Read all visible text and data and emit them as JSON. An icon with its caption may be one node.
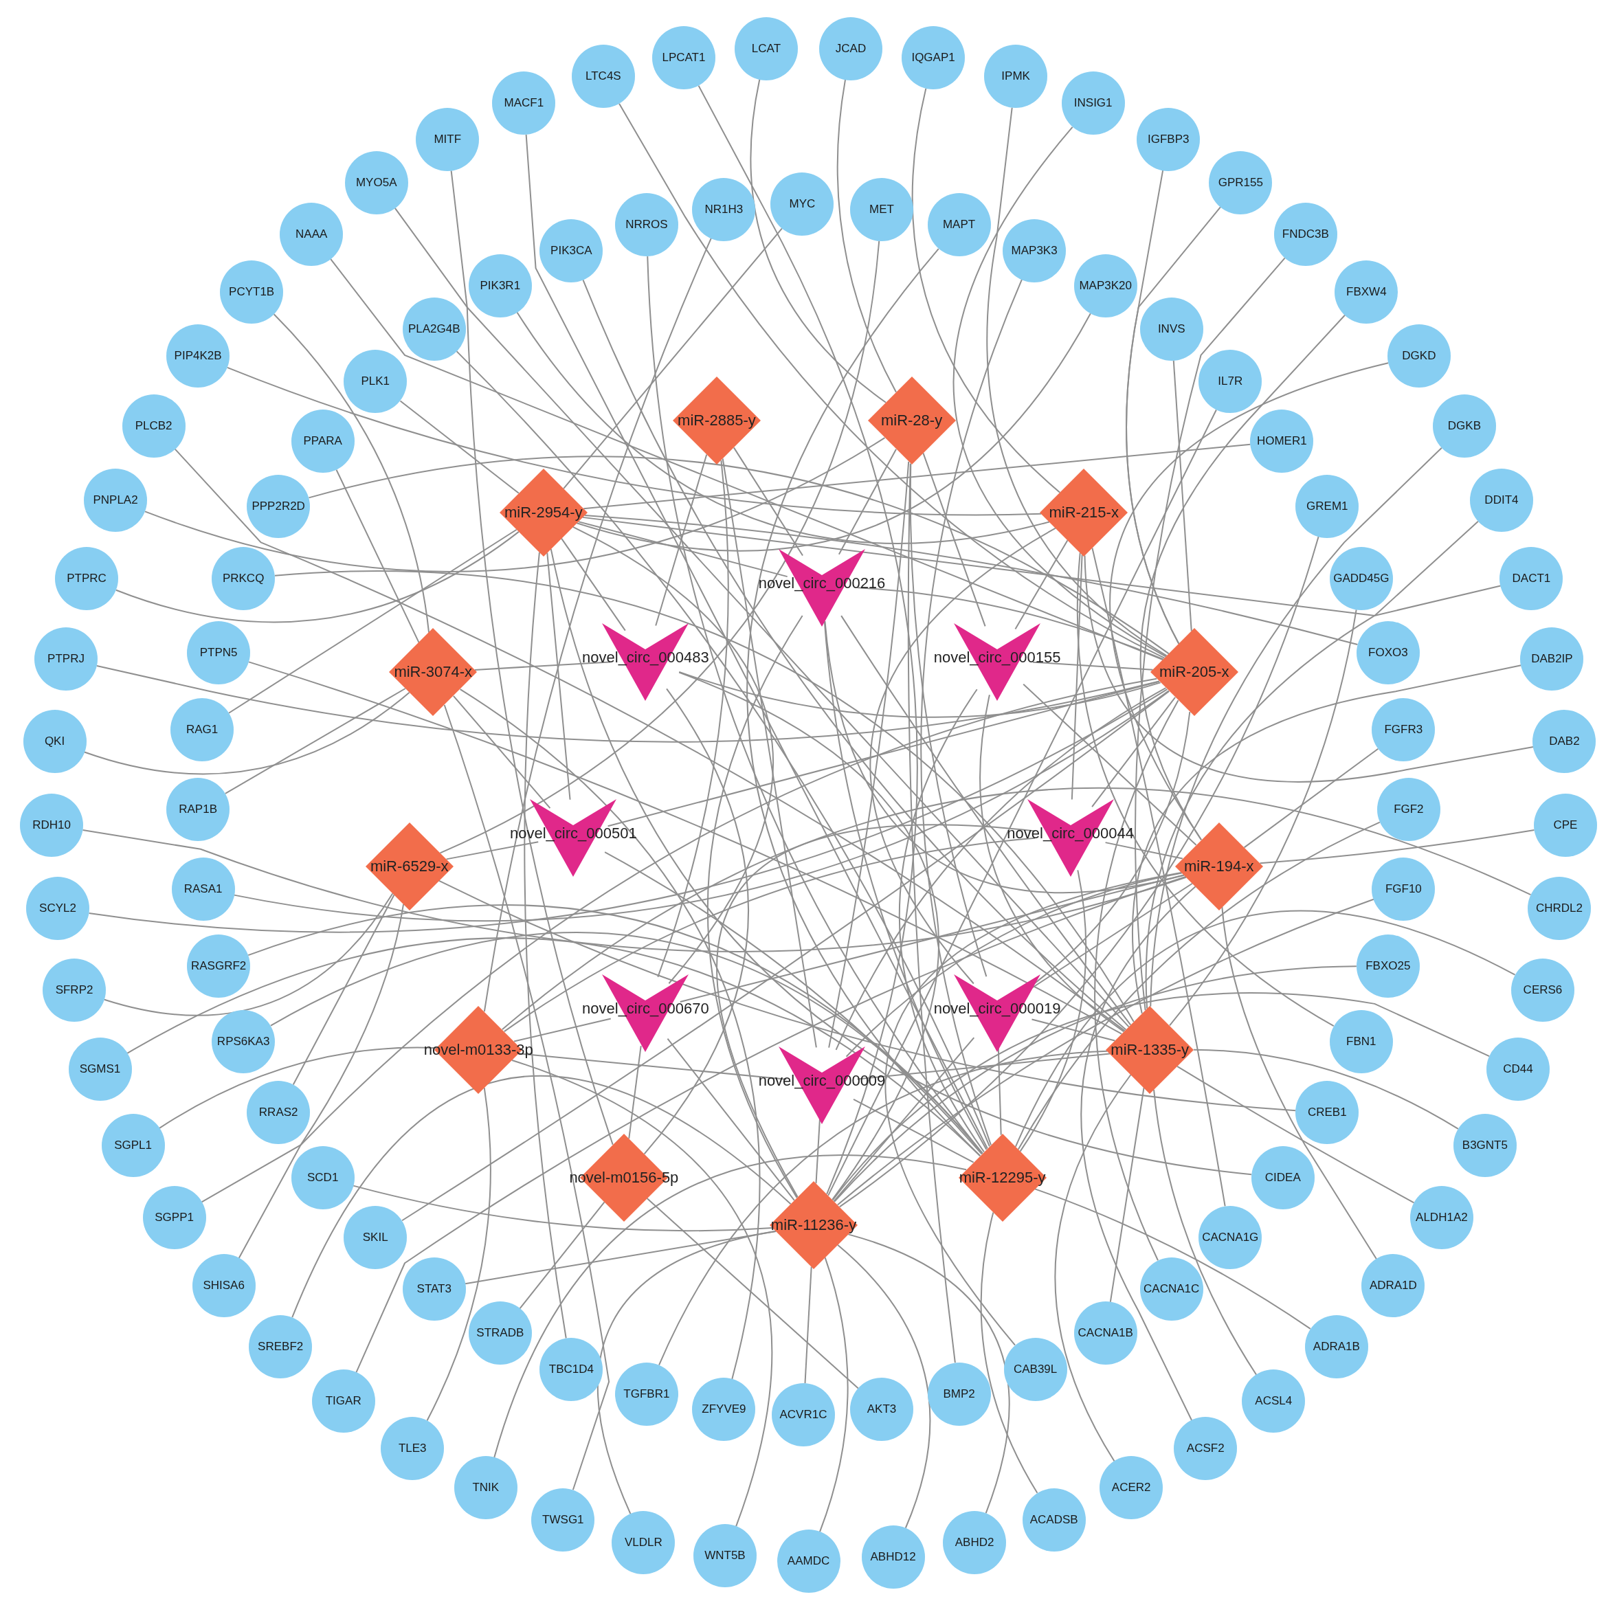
{
  "diagram": {
    "nodes": [
      {
        "text": [
          "LCAT"
        ]
      },
      {
        "text": [
          "JCAD"
        ]
      },
      {
        "text": [
          "IQGAP1"
        ]
      },
      {
        "text": [
          "IPMK"
        ]
      },
      {
        "text": [
          "INSIG1"
        ]
      },
      {
        "text": [
          "IGFBP3"
        ]
      },
      {
        "text": [
          "GPR155"
        ]
      },
      {
        "text": [
          "FNDC3B"
        ]
      },
      {
        "text": [
          "FBXW4"
        ]
      },
      {
        "text": [
          "DGKD"
        ]
      },
      {
        "text": [
          "DGKB"
        ]
      },
      {
        "text": [
          "DDIT4"
        ]
      },
      {
        "text": [
          "DACT1"
        ]
      },
      {
        "text": [
          "DAB2IP"
        ]
      },
      {
        "text": [
          "DAB2"
        ]
      },
      {
        "text": [
          "CPE"
        ]
      },
      {
        "text": [
          "CHRDL2"
        ]
      },
      {
        "text": [
          "CERS6"
        ]
      },
      {
        "text": [
          "CD44"
        ]
      },
      {
        "text": [
          "B3GNT5"
        ]
      },
      {
        "text": [
          "ALDH1A2"
        ]
      },
      {
        "text": [
          "ADRA1D"
        ]
      },
      {
        "text": [
          "ADRA1B"
        ]
      },
      {
        "text": [
          "ACSL4"
        ]
      },
      {
        "text": [
          "ACSF2"
        ]
      },
      {
        "text": [
          "ACER2"
        ]
      },
      {
        "text": [
          "ACADSB"
        ]
      },
      {
        "text": [
          "ABHD2"
        ]
      },
      {
        "text": [
          "ABHD12"
        ]
      },
      {
        "text": [
          "AAMDC"
        ]
      },
      {
        "text": [
          "WNT5B"
        ]
      },
      {
        "text": [
          "VLDLR"
        ]
      },
      {
        "text": [
          "TWSG1"
        ]
      },
      {
        "text": [
          "TNIK"
        ]
      },
      {
        "text": [
          "TLE3"
        ]
      },
      {
        "text": [
          "TIGAR"
        ]
      },
      {
        "text": [
          "SREBF2"
        ]
      },
      {
        "text": [
          "SHISA6"
        ]
      },
      {
        "text": [
          "SGPP1"
        ]
      },
      {
        "text": [
          "SGPL1"
        ]
      },
      {
        "text": [
          "SGMS1"
        ]
      },
      {
        "text": [
          "SFRP2"
        ]
      },
      {
        "text": [
          "SCYL2"
        ]
      },
      {
        "text": [
          "RDH10"
        ]
      },
      {
        "text": [
          "QKI"
        ]
      },
      {
        "text": [
          "PTPRJ"
        ]
      },
      {
        "text": [
          "PTPRC"
        ]
      },
      {
        "text": [
          "PNPLA2"
        ]
      },
      {
        "text": [
          "PLCB2"
        ]
      },
      {
        "text": [
          "PIP4K2B"
        ]
      },
      {
        "text": [
          "PCYT1B"
        ]
      },
      {
        "text": [
          "NAAA"
        ]
      },
      {
        "text": [
          "MYO5A"
        ]
      },
      {
        "text": [
          "MITF"
        ]
      },
      {
        "text": [
          "MACF1"
        ]
      },
      {
        "text": [
          "LTC4S"
        ]
      },
      {
        "text": [
          "LPCAT1"
        ]
      },
      {
        "text": [
          "MYC"
        ]
      },
      {
        "text": [
          "MET"
        ]
      },
      {
        "text": [
          "MAPT"
        ]
      },
      {
        "text": [
          "MAP3K3"
        ]
      },
      {
        "text": [
          "MAP3K20"
        ]
      },
      {
        "text": [
          "INVS"
        ]
      },
      {
        "text": [
          "IL7R"
        ]
      },
      {
        "text": [
          "HOMER1"
        ]
      },
      {
        "text": [
          "GREM1"
        ]
      },
      {
        "text": [
          "GADD45G"
        ]
      },
      {
        "text": [
          "FOXO3"
        ]
      },
      {
        "text": [
          "FGFR3"
        ]
      },
      {
        "text": [
          "FGF2"
        ]
      },
      {
        "text": [
          "FGF10"
        ]
      },
      {
        "text": [
          "FBXO25"
        ]
      },
      {
        "text": [
          "FBN1"
        ]
      },
      {
        "text": [
          "CREB1"
        ]
      },
      {
        "text": [
          "CIDEA"
        ]
      },
      {
        "text": [
          "CACNA1G"
        ]
      },
      {
        "text": [
          "CACNA1C"
        ]
      },
      {
        "text": [
          "CACNA1B"
        ]
      },
      {
        "text": [
          "CAB39L"
        ]
      },
      {
        "text": [
          "BMP2"
        ]
      },
      {
        "text": [
          "AKT3"
        ]
      },
      {
        "text": [
          "ACVR1C"
        ]
      },
      {
        "text": [
          "ZFYVE9"
        ]
      },
      {
        "text": [
          "TGFBR1"
        ]
      },
      {
        "text": [
          "TBC1D4"
        ]
      },
      {
        "text": [
          "STRADB"
        ]
      },
      {
        "text": [
          "STAT3"
        ]
      },
      {
        "text": [
          "SKIL"
        ]
      },
      {
        "text": [
          "SCD1"
        ]
      },
      {
        "text": [
          "RRAS2"
        ]
      },
      {
        "text": [
          "RPS6KA3"
        ]
      },
      {
        "text": [
          "RASGRF2"
        ]
      },
      {
        "text": [
          "RASA1"
        ]
      },
      {
        "text": [
          "RAP1B"
        ]
      },
      {
        "text": [
          "RAG1"
        ]
      },
      {
        "text": [
          "PTPN5"
        ]
      },
      {
        "text": [
          "PRKCQ"
        ]
      },
      {
        "text": [
          "PPP2R2D"
        ]
      },
      {
        "text": [
          "PPARA"
        ]
      },
      {
        "text": [
          "PLK1"
        ]
      },
      {
        "text": [
          "PLA2G4B"
        ]
      },
      {
        "text": [
          "PIK3R1"
        ]
      },
      {
        "text": [
          "PIK3CA"
        ]
      },
      {
        "text": [
          "NRROS"
        ]
      },
      {
        "text": [
          "NR1H3"
        ]
      },
      {
        "text": [
          "miR-2885-y"
        ]
      },
      {
        "text": [
          "miR-28-y"
        ]
      },
      {
        "text": [
          "miR-2954-y"
        ]
      },
      {
        "text": [
          "miR-215-x"
        ]
      },
      {
        "text": [
          "miR-3074-x"
        ]
      },
      {
        "text": [
          "miR-205-x"
        ]
      },
      {
        "text": [
          "miR-6529-x"
        ]
      },
      {
        "text": [
          "miR-194-x"
        ]
      },
      {
        "text": [
          "novel-m0133-3p"
        ]
      },
      {
        "text": [
          "miR-1335-y"
        ]
      },
      {
        "text": [
          "novel-m0156-5p"
        ]
      },
      {
        "text": [
          "miR-12295-y"
        ]
      },
      {
        "text": [
          "miR-11236-y"
        ]
      },
      {
        "text": [
          "novel_circ_000216"
        ]
      },
      {
        "text": [
          "novel_circ_000483"
        ]
      },
      {
        "text": [
          "novel_circ_000155"
        ]
      },
      {
        "text": [
          "novel_circ_000501"
        ]
      },
      {
        "text": [
          "novel_circ_000044"
        ]
      },
      {
        "text": [
          "novel_circ_000670"
        ]
      },
      {
        "text": [
          "novel_circ_000019"
        ]
      },
      {
        "text": [
          "novel_circ_000009"
        ]
      }
    ],
    "edges": [
      {
        "from": 0,
        "to": 106,
        "arrow": "none"
      },
      {
        "from": 1,
        "to": 106,
        "arrow": "none"
      },
      {
        "from": 2,
        "to": 108,
        "arrow": "none"
      },
      {
        "from": 3,
        "to": 110,
        "arrow": "none"
      },
      {
        "from": 4,
        "to": 110,
        "arrow": "none"
      },
      {
        "from": 5,
        "to": 110,
        "arrow": "none"
      },
      {
        "from": 6,
        "to": 110,
        "arrow": "none"
      },
      {
        "from": 7,
        "to": 114,
        "arrow": "none"
      },
      {
        "from": 8,
        "to": 112,
        "arrow": "none"
      },
      {
        "from": 9,
        "to": 112,
        "arrow": "none"
      },
      {
        "from": 10,
        "to": 114,
        "arrow": "none"
      },
      {
        "from": 11,
        "to": 114,
        "arrow": "none"
      },
      {
        "from": 12,
        "to": 107,
        "arrow": "none"
      },
      {
        "from": 13,
        "to": 114,
        "arrow": "none"
      },
      {
        "from": 14,
        "to": 108,
        "arrow": "none"
      },
      {
        "from": 15,
        "to": 112,
        "arrow": "none"
      },
      {
        "from": 16,
        "to": 113,
        "arrow": "none"
      },
      {
        "from": 17,
        "to": 116,
        "arrow": "none"
      },
      {
        "from": 18,
        "to": 117,
        "arrow": "none"
      },
      {
        "from": 19,
        "to": 114,
        "arrow": "none"
      },
      {
        "from": 20,
        "to": 114,
        "arrow": "none"
      },
      {
        "from": 21,
        "to": 112,
        "arrow": "none"
      },
      {
        "from": 22,
        "to": 116,
        "arrow": "none"
      },
      {
        "from": 23,
        "to": 114,
        "arrow": "none"
      },
      {
        "from": 24,
        "to": 112,
        "arrow": "none"
      },
      {
        "from": 25,
        "to": 114,
        "arrow": "none"
      },
      {
        "from": 26,
        "to": 116,
        "arrow": "none"
      },
      {
        "from": 27,
        "to": 117,
        "arrow": "none"
      },
      {
        "from": 28,
        "to": 117,
        "arrow": "none"
      },
      {
        "from": 29,
        "to": 117,
        "arrow": "none"
      },
      {
        "from": 30,
        "to": 113,
        "arrow": "none"
      },
      {
        "from": 31,
        "to": 117,
        "arrow": "none"
      },
      {
        "from": 32,
        "to": 109,
        "arrow": "none"
      },
      {
        "from": 33,
        "to": 116,
        "arrow": "none"
      },
      {
        "from": 34,
        "to": 113,
        "arrow": "none"
      },
      {
        "from": 35,
        "to": 112,
        "arrow": "none"
      },
      {
        "from": 36,
        "to": 117,
        "arrow": "none"
      },
      {
        "from": 37,
        "to": 111,
        "arrow": "none"
      },
      {
        "from": 38,
        "to": 110,
        "arrow": "none"
      },
      {
        "from": 39,
        "to": 113,
        "arrow": "none"
      },
      {
        "from": 40,
        "to": 116,
        "arrow": "none"
      },
      {
        "from": 41,
        "to": 111,
        "arrow": "none"
      },
      {
        "from": 42,
        "to": 110,
        "arrow": "none"
      },
      {
        "from": 43,
        "to": 112,
        "arrow": "none"
      },
      {
        "from": 44,
        "to": 109,
        "arrow": "none"
      },
      {
        "from": 45,
        "to": 110,
        "arrow": "none"
      },
      {
        "from": 46,
        "to": 107,
        "arrow": "none"
      },
      {
        "from": 47,
        "to": 106,
        "arrow": "none"
      },
      {
        "from": 48,
        "to": 114,
        "arrow": "none"
      },
      {
        "from": 49,
        "to": 108,
        "arrow": "none"
      },
      {
        "from": 50,
        "to": 109,
        "arrow": "none"
      },
      {
        "from": 51,
        "to": 110,
        "arrow": "none"
      },
      {
        "from": 52,
        "to": 115,
        "arrow": "none"
      },
      {
        "from": 53,
        "to": 114,
        "arrow": "none"
      },
      {
        "from": 54,
        "to": 116,
        "arrow": "none"
      },
      {
        "from": 55,
        "to": 110,
        "arrow": "none"
      },
      {
        "from": 56,
        "to": 117,
        "arrow": "none"
      },
      {
        "from": 57,
        "to": 107,
        "arrow": "none"
      },
      {
        "from": 58,
        "to": 111,
        "arrow": "none"
      },
      {
        "from": 59,
        "to": 116,
        "arrow": "none"
      },
      {
        "from": 60,
        "to": 116,
        "arrow": "none"
      },
      {
        "from": 61,
        "to": 107,
        "arrow": "none"
      },
      {
        "from": 62,
        "to": 110,
        "arrow": "none"
      },
      {
        "from": 63,
        "to": 117,
        "arrow": "none"
      },
      {
        "from": 64,
        "to": 107,
        "arrow": "none"
      },
      {
        "from": 65,
        "to": 117,
        "arrow": "none"
      },
      {
        "from": 66,
        "to": 114,
        "arrow": "none"
      },
      {
        "from": 67,
        "to": 107,
        "arrow": "none"
      },
      {
        "from": 68,
        "to": 112,
        "arrow": "none"
      },
      {
        "from": 69,
        "to": 116,
        "arrow": "none"
      },
      {
        "from": 70,
        "to": 117,
        "arrow": "none"
      },
      {
        "from": 71,
        "to": 117,
        "arrow": "none"
      },
      {
        "from": 72,
        "to": 108,
        "arrow": "none"
      },
      {
        "from": 73,
        "to": 111,
        "arrow": "none"
      },
      {
        "from": 74,
        "to": 107,
        "arrow": "none"
      },
      {
        "from": 75,
        "to": 108,
        "arrow": "none"
      },
      {
        "from": 76,
        "to": 110,
        "arrow": "none"
      },
      {
        "from": 77,
        "to": 114,
        "arrow": "none"
      },
      {
        "from": 78,
        "to": 112,
        "arrow": "none"
      },
      {
        "from": 79,
        "to": 106,
        "arrow": "none"
      },
      {
        "from": 80,
        "to": 115,
        "arrow": "none"
      },
      {
        "from": 81,
        "to": 117,
        "arrow": "none"
      },
      {
        "from": 82,
        "to": 109,
        "arrow": "none"
      },
      {
        "from": 83,
        "to": 114,
        "arrow": "none"
      },
      {
        "from": 84,
        "to": 107,
        "arrow": "none"
      },
      {
        "from": 85,
        "to": 115,
        "arrow": "none"
      },
      {
        "from": 86,
        "to": 117,
        "arrow": "none"
      },
      {
        "from": 87,
        "to": 110,
        "arrow": "none"
      },
      {
        "from": 88,
        "to": 117,
        "arrow": "none"
      },
      {
        "from": 89,
        "to": 111,
        "arrow": "none"
      },
      {
        "from": 90,
        "to": 116,
        "arrow": "none"
      },
      {
        "from": 91,
        "to": 116,
        "arrow": "none"
      },
      {
        "from": 92,
        "to": 110,
        "arrow": "none"
      },
      {
        "from": 93,
        "to": 109,
        "arrow": "none"
      },
      {
        "from": 94,
        "to": 107,
        "arrow": "none"
      },
      {
        "from": 95,
        "to": 114,
        "arrow": "none"
      },
      {
        "from": 96,
        "to": 114,
        "arrow": "none"
      },
      {
        "from": 97,
        "to": 110,
        "arrow": "none"
      },
      {
        "from": 98,
        "to": 109,
        "arrow": "none"
      },
      {
        "from": 99,
        "to": 107,
        "arrow": "none"
      },
      {
        "from": 100,
        "to": 116,
        "arrow": "none"
      },
      {
        "from": 101,
        "to": 108,
        "arrow": "none"
      },
      {
        "from": 102,
        "to": 114,
        "arrow": "none"
      },
      {
        "from": 103,
        "to": 116,
        "arrow": "none"
      },
      {
        "from": 104,
        "to": 113,
        "arrow": "none"
      },
      {
        "from": 118,
        "to": 105,
        "arrow": "none"
      },
      {
        "from": 118,
        "to": 106,
        "arrow": "none"
      },
      {
        "from": 118,
        "to": 107,
        "arrow": "none"
      },
      {
        "from": 118,
        "to": 110,
        "arrow": "none"
      },
      {
        "from": 118,
        "to": 112,
        "arrow": "none"
      },
      {
        "from": 118,
        "to": 116,
        "arrow": "none"
      },
      {
        "from": 118,
        "to": 117,
        "arrow": "none"
      },
      {
        "from": 118,
        "to": 114,
        "arrow": "none"
      },
      {
        "from": 119,
        "to": 105,
        "arrow": "none"
      },
      {
        "from": 119,
        "to": 107,
        "arrow": "none"
      },
      {
        "from": 119,
        "to": 109,
        "arrow": "none"
      },
      {
        "from": 119,
        "to": 110,
        "arrow": "none"
      },
      {
        "from": 119,
        "to": 117,
        "arrow": "none"
      },
      {
        "from": 119,
        "to": 115,
        "arrow": "none"
      },
      {
        "from": 120,
        "to": 106,
        "arrow": "none"
      },
      {
        "from": 120,
        "to": 108,
        "arrow": "none"
      },
      {
        "from": 120,
        "to": 110,
        "arrow": "none"
      },
      {
        "from": 120,
        "to": 112,
        "arrow": "none"
      },
      {
        "from": 120,
        "to": 116,
        "arrow": "none"
      },
      {
        "from": 120,
        "to": 114,
        "arrow": "none"
      },
      {
        "from": 121,
        "to": 107,
        "arrow": "none"
      },
      {
        "from": 121,
        "to": 109,
        "arrow": "none"
      },
      {
        "from": 121,
        "to": 111,
        "arrow": "none"
      },
      {
        "from": 121,
        "to": 110,
        "arrow": "none"
      },
      {
        "from": 121,
        "to": 116,
        "arrow": "none"
      },
      {
        "from": 122,
        "to": 108,
        "arrow": "none"
      },
      {
        "from": 122,
        "to": 110,
        "arrow": "none"
      },
      {
        "from": 122,
        "to": 112,
        "arrow": "none"
      },
      {
        "from": 122,
        "to": 117,
        "arrow": "none"
      },
      {
        "from": 122,
        "to": 116,
        "arrow": "none"
      },
      {
        "from": 122,
        "to": 113,
        "arrow": "none"
      },
      {
        "from": 123,
        "to": 105,
        "arrow": "none"
      },
      {
        "from": 123,
        "to": 107,
        "arrow": "none"
      },
      {
        "from": 123,
        "to": 112,
        "arrow": "none"
      },
      {
        "from": 123,
        "to": 113,
        "arrow": "none"
      },
      {
        "from": 123,
        "to": 117,
        "arrow": "none"
      },
      {
        "from": 123,
        "to": 115,
        "arrow": "none"
      },
      {
        "from": 124,
        "to": 106,
        "arrow": "none"
      },
      {
        "from": 124,
        "to": 108,
        "arrow": "none"
      },
      {
        "from": 124,
        "to": 110,
        "arrow": "none"
      },
      {
        "from": 124,
        "to": 112,
        "arrow": "none"
      },
      {
        "from": 124,
        "to": 114,
        "arrow": "none"
      },
      {
        "from": 124,
        "to": 116,
        "arrow": "none"
      },
      {
        "from": 124,
        "to": 117,
        "arrow": "none"
      },
      {
        "from": 125,
        "to": 105,
        "arrow": "none"
      },
      {
        "from": 125,
        "to": 106,
        "arrow": "none"
      },
      {
        "from": 125,
        "to": 110,
        "arrow": "none"
      },
      {
        "from": 125,
        "to": 112,
        "arrow": "none"
      },
      {
        "from": 125,
        "to": 113,
        "arrow": "none"
      },
      {
        "from": 125,
        "to": 116,
        "arrow": "none"
      },
      {
        "from": 125,
        "to": 117,
        "arrow": "none"
      },
      {
        "from": 125,
        "to": 114,
        "arrow": "none"
      }
    ]
  }
}
